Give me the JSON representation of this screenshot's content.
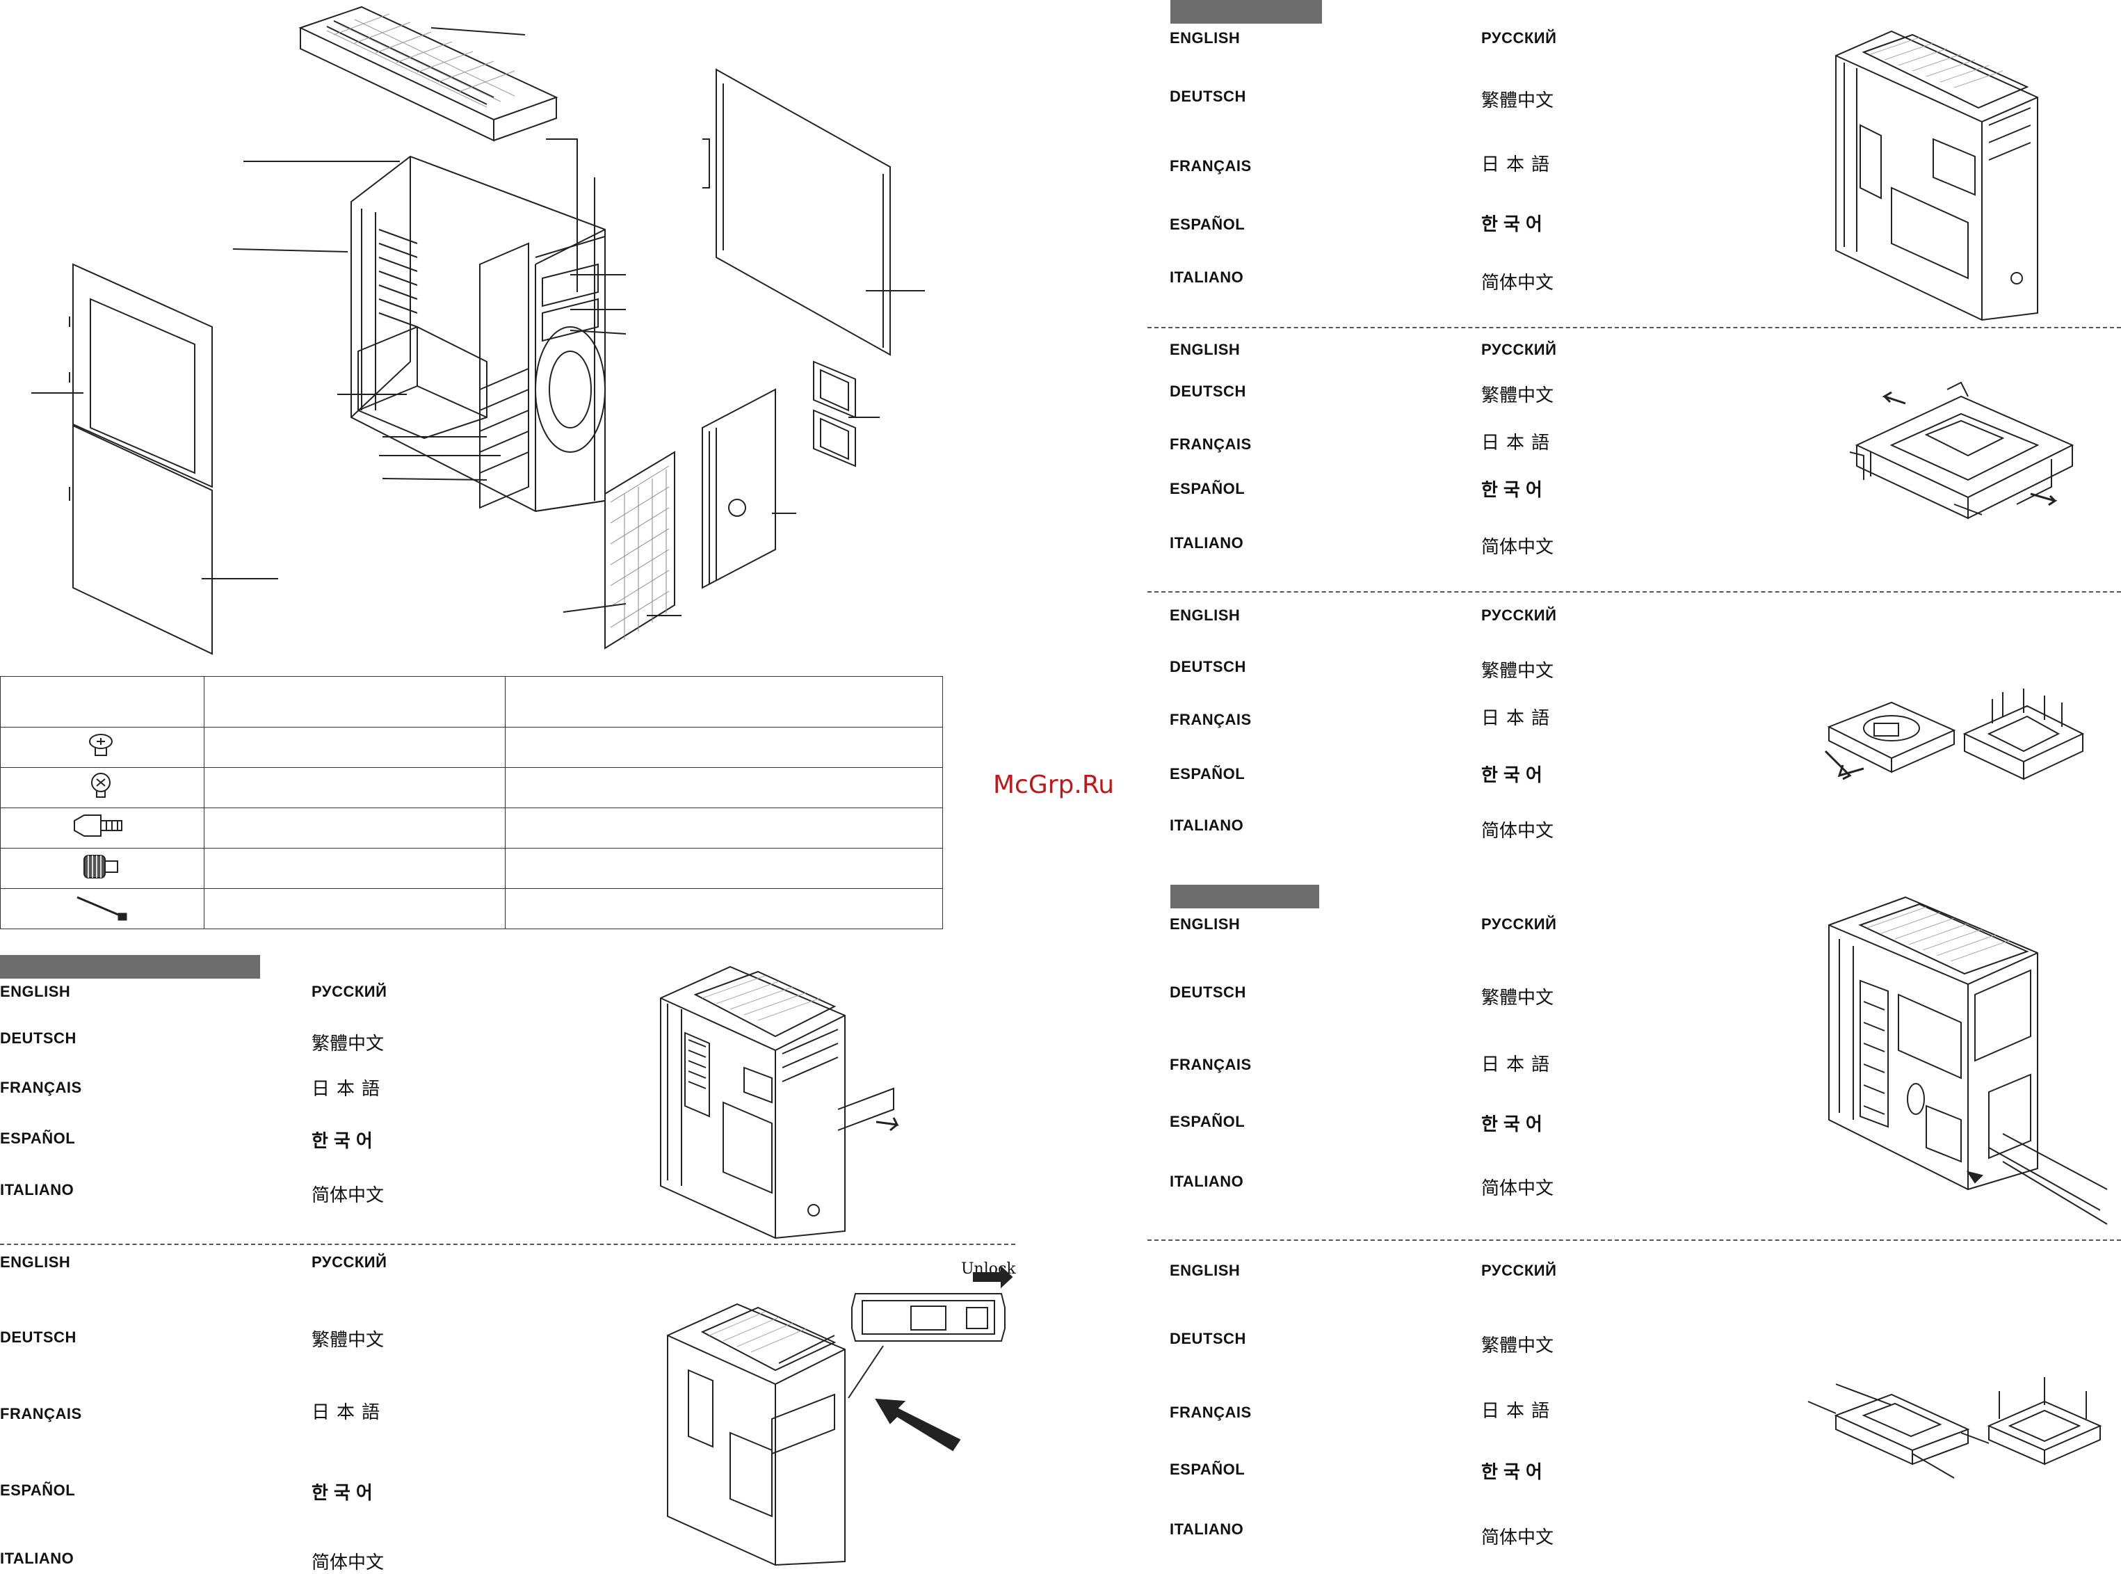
{
  "languages": {
    "english": "ENGLISH",
    "deutsch": "DEUTSCH",
    "francais": "FRANÇAIS",
    "espanol": "ESPAÑOL",
    "italiano": "ITALIANO",
    "russian": "РУССКИЙ",
    "traditional_chinese": "繁體中文",
    "japanese": "日本語",
    "korean": "한국어",
    "simplified_chinese": "简体中文"
  },
  "diagram_labels": {
    "unlock": "Unlock"
  },
  "watermark": "McGrp.Ru",
  "parts_table": {
    "columns": [
      "",
      "",
      ""
    ],
    "rows": [
      {
        "icon": "screw-phillips-flat-icon"
      },
      {
        "icon": "screw-phillips-round-icon"
      },
      {
        "icon": "standoff-icon"
      },
      {
        "icon": "thumbscrew-icon"
      },
      {
        "icon": "cable-tie-icon"
      }
    ]
  },
  "icons": [
    "case-exploded-diagram",
    "case-assembled-diagram",
    "drive-tray-diagram",
    "hdd-install-diagram",
    "ssd-install-diagram"
  ],
  "colors": {
    "section_bar": "#6d6d6d",
    "watermark": "#c01818",
    "line": "#333333"
  }
}
